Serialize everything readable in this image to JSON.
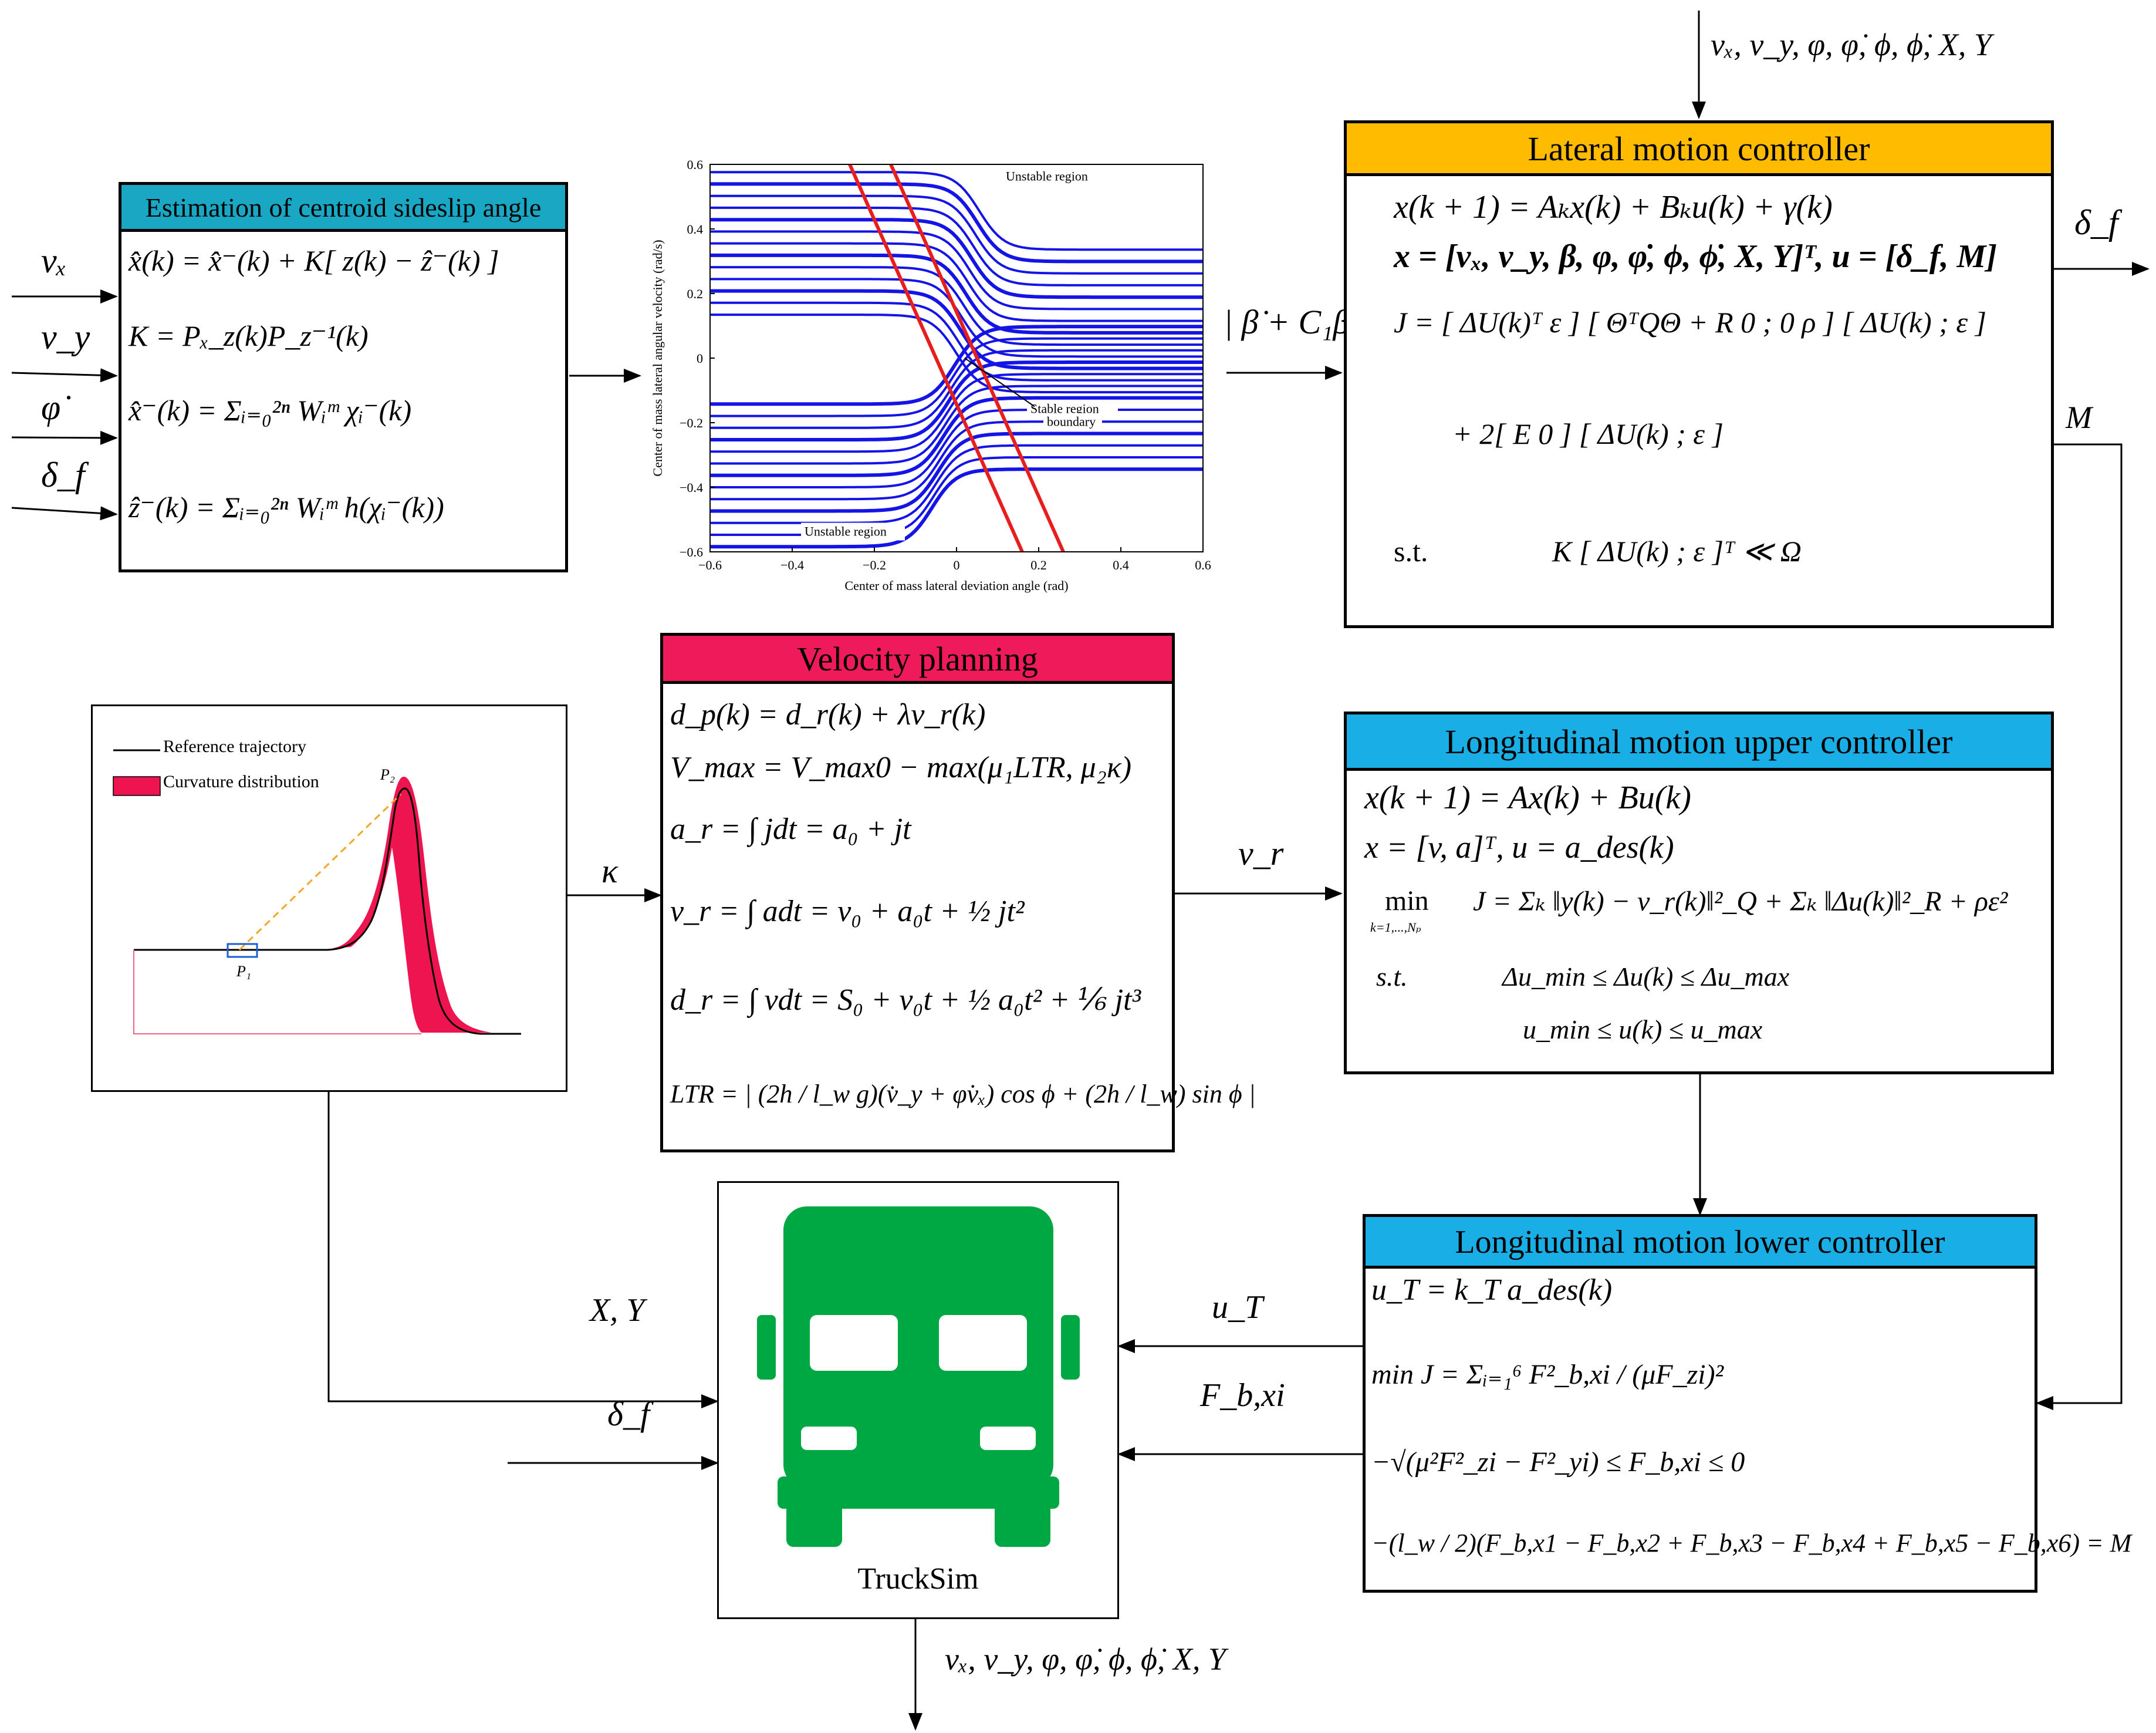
{
  "colors": {
    "estimation_header": "#1aa7c4",
    "lateral_header": "#ffbb00",
    "velocity_header": "#ef1a5a",
    "longitudinal_header": "#1aaee6",
    "truck": "#00a844",
    "phase_lines": "#1414e6",
    "boundary": "#e81e1e",
    "curvature_fill": "#ee1450",
    "projection_dash": "#f5a623",
    "point_box": "#1a5fd6"
  },
  "estimation": {
    "title": "Estimation of centroid sideslip angle",
    "eq1": "x̂(k) = x̂⁻(k) + K[ z(k) − ẑ⁻(k) ]",
    "eq2": "K = Pₓ_z(k)P_z⁻¹(k)",
    "eq3": "x̂⁻(k) = Σᵢ₌₀²ⁿ Wᵢᵐ χᵢ⁻(k)",
    "eq4": "ẑ⁻(k) = Σᵢ₌₀²ⁿ Wᵢᵐ h(χᵢ⁻(k))"
  },
  "inputs": {
    "vx": "vₓ",
    "vy": "v_y",
    "phidot": "φ̇",
    "deltaf": "δ_f"
  },
  "phase_plot": {
    "ylabel": "Center of mass lateral angular velocity (rad/s)",
    "xlabel": "Center of mass lateral deviation angle (rad)",
    "xticks": [
      "−0.6",
      "−0.4",
      "−0.2",
      "0",
      "0.2",
      "0.4",
      "0.6"
    ],
    "yticks": [
      "0.6",
      "0.4",
      "0.2",
      "0",
      "−0.2",
      "−0.4",
      "−0.6"
    ],
    "xlim": [
      -0.6,
      0.6
    ],
    "ylim": [
      -0.6,
      0.6
    ],
    "annotation_top": "Unstable region",
    "annotation_bottom": "Unstable region",
    "annotation_stable_1": "Stable region",
    "annotation_stable_2": "boundary"
  },
  "lateral": {
    "title": "Lateral motion controller",
    "top_input": "vₓ, v_y, φ, φ̇, ϕ, ϕ̇, X, Y",
    "in_label": "| β̇ + C₁β |",
    "out_label": "δ_f",
    "m_label": "M",
    "eq1": "x(k + 1) = Aₖx(k) + Bₖu(k) + γ(k)",
    "eq2": "x = [vₓ, v_y, β, φ, φ̇, ϕ, ϕ̇, X, Y]ᵀ, u = [δ_f, M]",
    "eq3": "J = [ ΔU(k)ᵀ   ε ] [ ΘᵀQΘ + R   0 ;  0   ρ ] [ ΔU(k) ; ε ]",
    "eq4": "+ 2[ E   0 ] [ ΔU(k) ; ε ]",
    "eq5_st": "s.t.",
    "eq5": "K [ ΔU(k) ; ε ]ᵀ ≪ Ω"
  },
  "trajectory": {
    "legend1": "Reference trajectory",
    "legend2": "Curvature distribution",
    "p1": "P₁",
    "p2": "P₂"
  },
  "velocity": {
    "title": "Velocity planning",
    "in_label": "κ",
    "out_label": "v_r",
    "eq1": "d_p(k) = d_r(k) + λv_r(k)",
    "eq2": "V_max = V_max0 − max(μ₁LTR, μ₂κ)",
    "eq3": "a_r = ∫ jdt = a₀ + jt",
    "eq4": "v_r = ∫ adt = v₀ + a₀t + ½ jt²",
    "eq5": "d_r = ∫ vdt = S₀ + v₀t + ½ a₀t² + ⅙ jt³",
    "eq6": "LTR = | (2h / l_w g)(v̇_y + φ̇vₓ) cos ϕ + (2h / l_w) sin ϕ |"
  },
  "upper": {
    "title": "Longitudinal motion upper controller",
    "eq1": "x(k + 1) = Ax(k) + Bu(k)",
    "eq2": "x = [v, a]ᵀ, u = a_des(k)",
    "eq3_min": "min",
    "eq3_sub": "k=1,...,Nₚ",
    "eq3": "J = Σₖ ‖y(k) − v_r(k)‖²_Q + Σₖ ‖Δu(k)‖²_R + ρε²",
    "eq4_st": "s.t.",
    "eq4": "Δu_min ≤ Δu(k) ≤ Δu_max",
    "eq5": "u_min ≤ u(k) ≤ u_max"
  },
  "lower": {
    "title": "Longitudinal motion lower controller",
    "eq1": "u_T = k_T a_des(k)",
    "eq2": "min J = Σᵢ₌₁⁶ F²_b,xi / (μF_zi)²",
    "eq3": "−√(μ²F²_zi − F²_yi) ≤ F_b,xi ≤ 0",
    "eq4": "−(l_w / 2)(F_b,x1 − F_b,x2 + F_b,x3 − F_b,x4 + F_b,x5 − F_b,x6) = M",
    "ut_label": "u_T",
    "fb_label": "F_b,xi"
  },
  "trucksim": {
    "name": "TruckSim",
    "xy_label": "X, Y",
    "delta_label": "δ_f",
    "bottom_output": "vₓ, v_y, φ, φ̇, ϕ, ϕ̇, X, Y"
  }
}
